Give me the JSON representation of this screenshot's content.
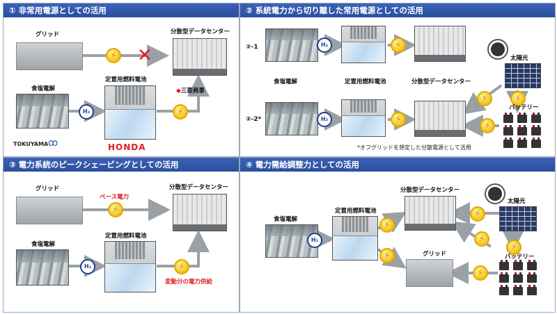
{
  "panels": {
    "p1": {
      "title": "① 非常用電源としての活用",
      "grid": "グリッド",
      "dc": "分散型データセンター",
      "fc": "定置用燃料電池",
      "salt": "食塩電解",
      "mitsubishi": "三菱商事",
      "tokuyama": "TOKUYAMA",
      "honda": "HONDA"
    },
    "p2": {
      "title": "② 系統電力から切り離した常用電源としての活用",
      "row1": "②-1",
      "row2": "②-2*",
      "salt": "食塩電解",
      "fc": "定置用燃料電池",
      "dc": "分散型データセンター",
      "solar": "太陽光",
      "battery": "バッテリー",
      "note": "*オフグリッドを想定した分散電源として活用"
    },
    "p3": {
      "title": "③ 電力系統のピークシェービングとしての活用",
      "grid": "グリッド",
      "base": "ベース電力",
      "dc": "分散型データセンター",
      "fc": "定置用燃料電池",
      "salt": "食塩電解",
      "var": "変動分の電力供給"
    },
    "p4": {
      "title": "④ 電力需給調整力としての活用",
      "dc": "分散型データセンター",
      "solar": "太陽光",
      "salt": "食塩電解",
      "fc": "定置用燃料電池",
      "battery": "バッテリー",
      "grid": "グリッド"
    }
  },
  "symbols": {
    "h2": "H₂",
    "bolt": "⚡"
  },
  "colors": {
    "header": "#2a4f9e",
    "accent_red": "#e02020",
    "arrow": "#9aa0a6"
  }
}
